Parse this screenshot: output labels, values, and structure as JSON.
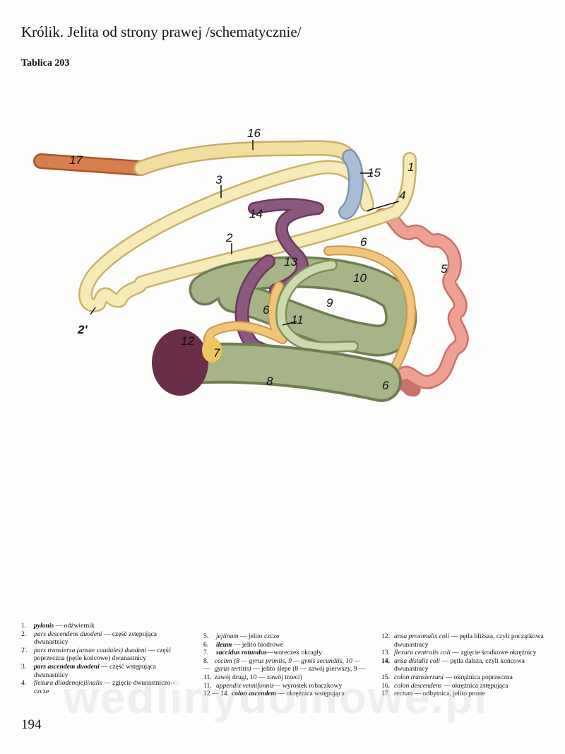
{
  "title": "Królik. Jelita od strony prawej /schematycznie/",
  "plate": "Tablica 203",
  "labels": [
    "1",
    "2",
    "2'",
    "3",
    "4",
    "5",
    "6",
    "7",
    "8",
    "9",
    "10",
    "11",
    "12",
    "13",
    "14",
    "15",
    "16",
    "17"
  ],
  "legend": [
    {
      "num": "1.",
      "latin": "pylonis",
      "text": " — odźwiernik"
    },
    {
      "num": "2.",
      "latin": "pars descendens duodeni",
      "text": " — część zstępująca dwunastnicy"
    },
    {
      "num": "2'.",
      "latin": "pars transiersa (ansae caudales) duodeni",
      "text": " — część poprzeczna (pętle końcowe) dwunastnicy"
    },
    {
      "num": "3.",
      "latin": "pars ascendem duodeni",
      "text": " — część wstępująca dwunastnicy"
    },
    {
      "num": "4.",
      "latin": "flexura diiodenojejiinalis",
      "text": " — zgięcie dwunastniczo--czcze"
    },
    {
      "num": "5.",
      "latin": "jejiinum",
      "text": " — jelito czcze"
    },
    {
      "num": "6.",
      "latin": "ileum",
      "text": " — jelito biodrowe"
    },
    {
      "num": "7.",
      "latin": "saccidus rotundus",
      "text": "—woreczek okragły"
    },
    {
      "num": "8.—11.",
      "latin": "cecinn (8 — gyrus primiis, 9 — gynis secundiis, 10 — gyrus tertitis)",
      "text": " — jelito ślepe (8 — zawój pierwszy, 9 — zawój drugi, 10 — zawój trzeci)"
    },
    {
      "num": "11.",
      "latin": "appendix vennifonnis",
      "text": "— wyrostek robaczkowy"
    },
    {
      "num": "12.— 14.",
      "latin": "colon ascendem",
      "text": " — okrężnica wstępująca"
    },
    {
      "num": "12.",
      "latin": "ansa proximalis coli",
      "text": " — pętla bliższa, czyli początkowa dwunastnicy"
    },
    {
      "num": "13.",
      "latin": "flexura centralis coli",
      "text": " — zgięcie środkowe okrężnicy"
    },
    {
      "num": "14.",
      "latin": "ansa distalis coli",
      "text": " — pętla dalsza, czyli końcowa dwunastnicy"
    },
    {
      "num": "15.",
      "latin": "colon transiersuni",
      "text": " — okrężnica poprzeczna"
    },
    {
      "num": "16.",
      "latin": "colon descendens",
      "text": " — okrężnica zstępująca"
    },
    {
      "num": "17.",
      "latin": "rectum",
      "text": " — odbytnica, jelito proste"
    }
  ],
  "page_number": "194",
  "watermark": "wedlinydomowe.pl"
}
